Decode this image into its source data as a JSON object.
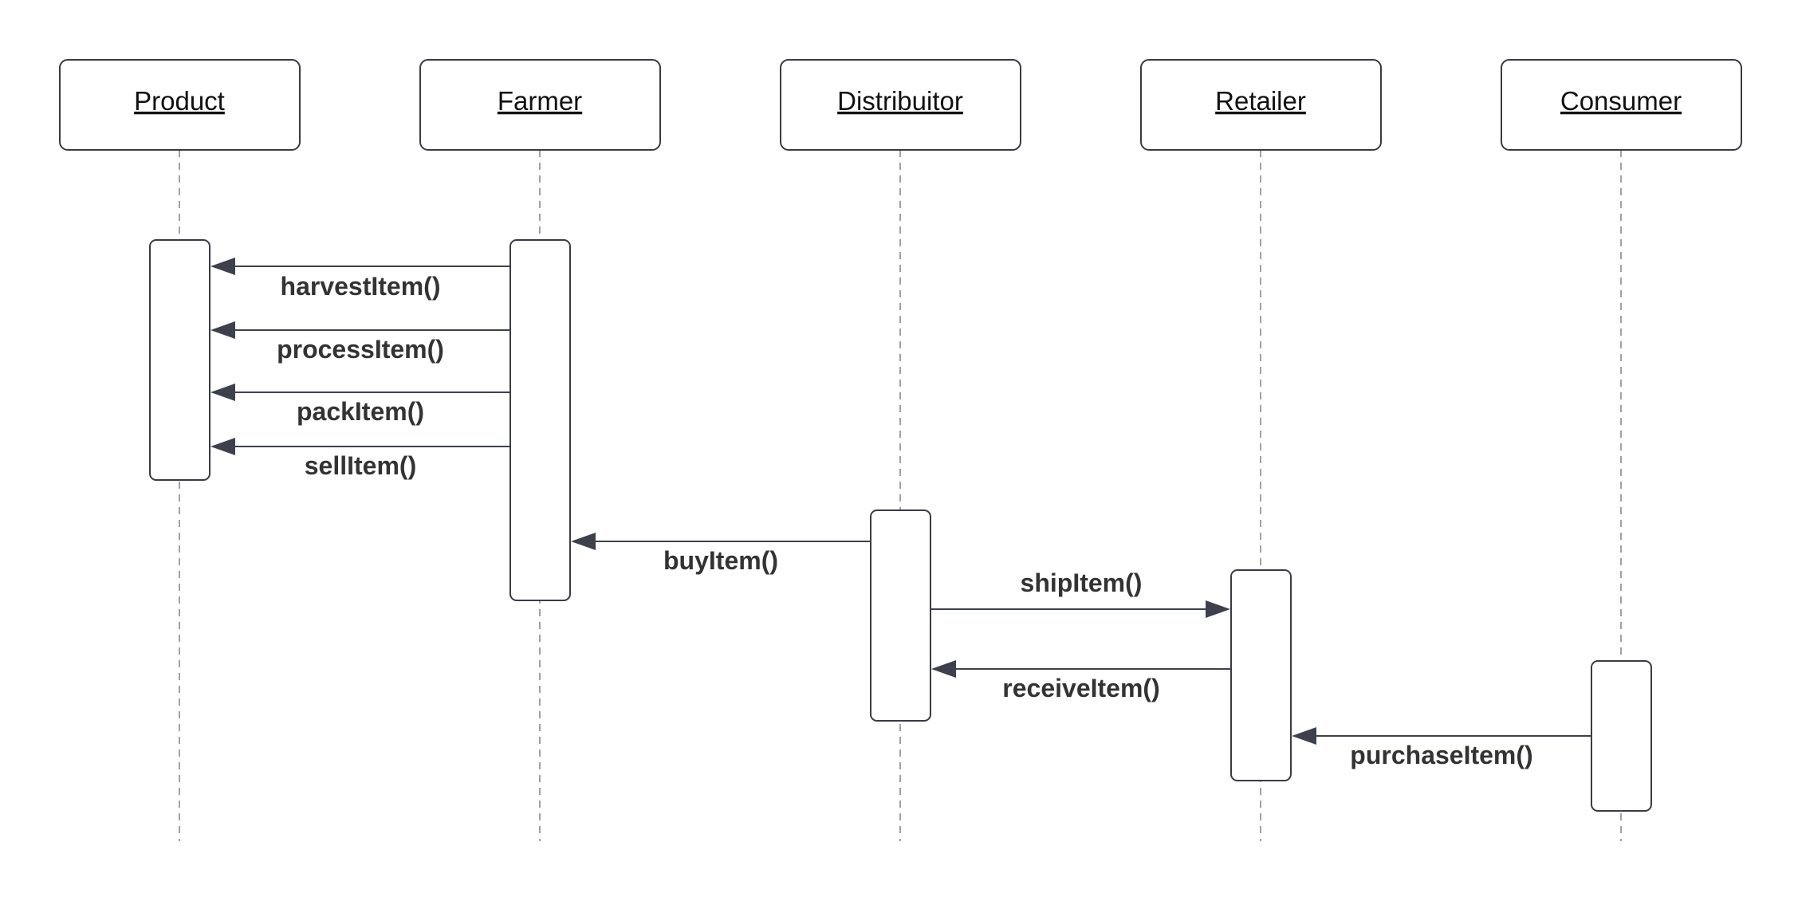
{
  "actors": [
    {
      "id": "product",
      "label": "Product"
    },
    {
      "id": "farmer",
      "label": "Farmer"
    },
    {
      "id": "distributor",
      "label": "Distribuitor"
    },
    {
      "id": "retailer",
      "label": "Retailer"
    },
    {
      "id": "consumer",
      "label": "Consumer"
    }
  ],
  "messages": [
    {
      "id": "harvest",
      "label": "harvestItem()",
      "from": "farmer",
      "to": "product"
    },
    {
      "id": "process",
      "label": "processItem()",
      "from": "farmer",
      "to": "product"
    },
    {
      "id": "pack",
      "label": "packItem()",
      "from": "farmer",
      "to": "product"
    },
    {
      "id": "sell",
      "label": "sellItem()",
      "from": "farmer",
      "to": "product"
    },
    {
      "id": "buy",
      "label": "buyItem()",
      "from": "distributor",
      "to": "farmer"
    },
    {
      "id": "ship",
      "label": "shipItem()",
      "from": "distributor",
      "to": "retailer"
    },
    {
      "id": "receive",
      "label": "receiveItem()",
      "from": "retailer",
      "to": "distributor"
    },
    {
      "id": "purchase",
      "label": "purchaseItem()",
      "from": "consumer",
      "to": "retailer"
    }
  ]
}
